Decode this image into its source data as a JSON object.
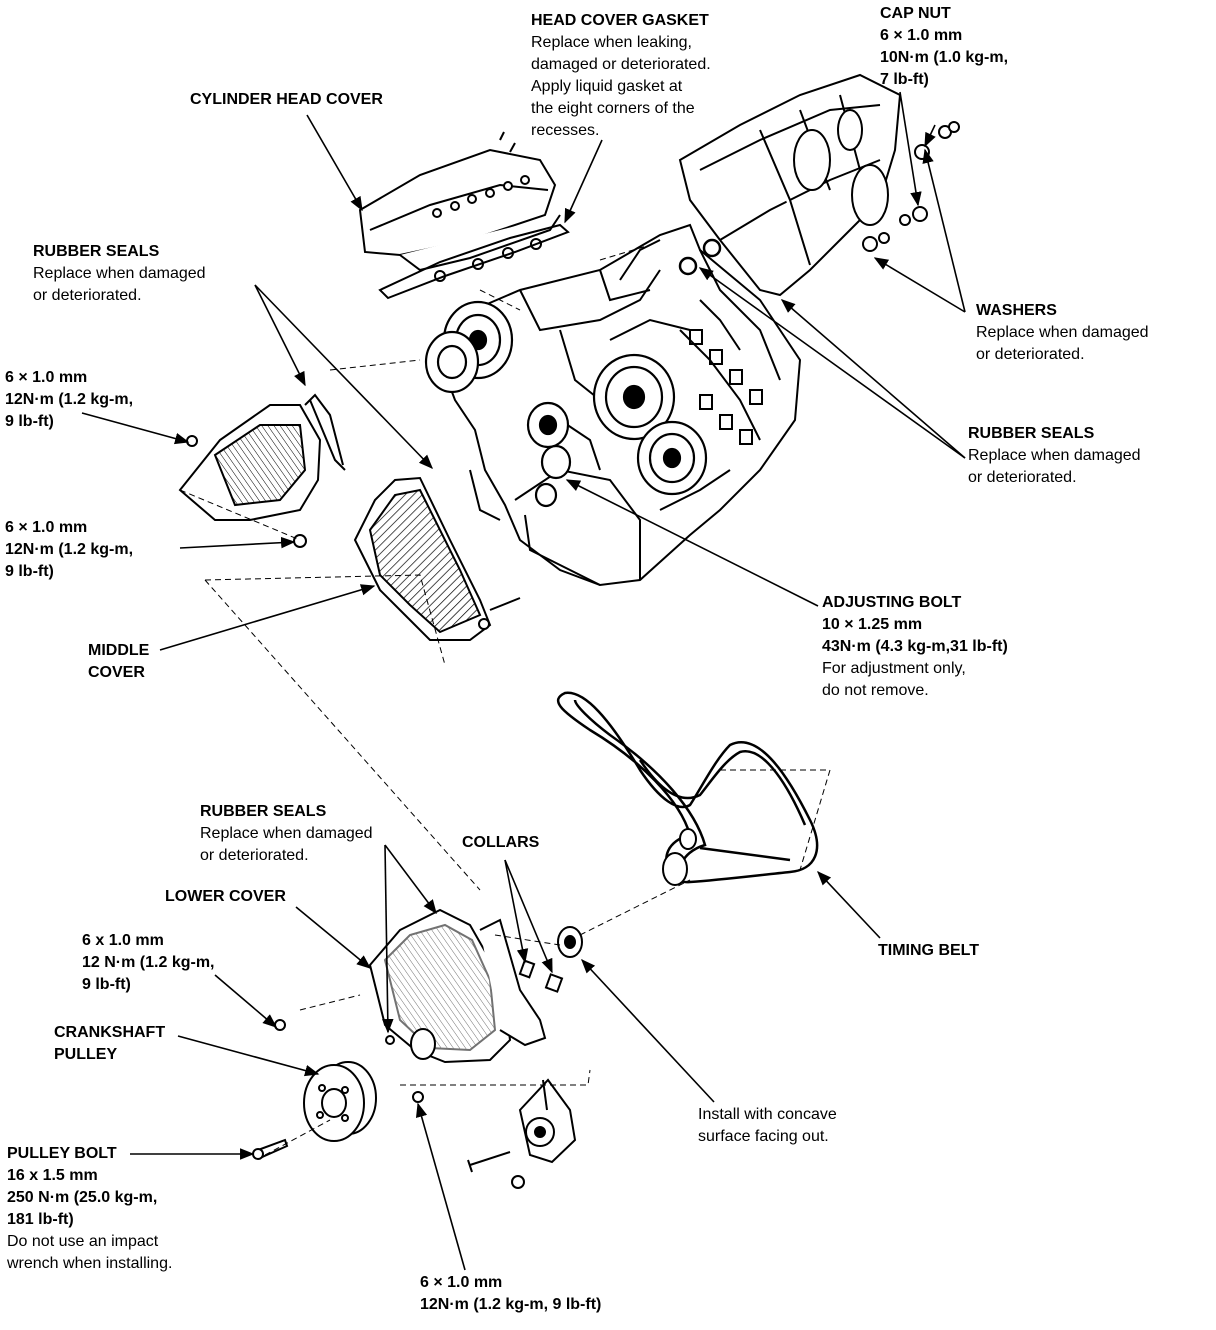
{
  "labels": {
    "head_cover_gasket": {
      "title": "HEAD COVER GASKET",
      "lines": [
        "Replace when leaking,",
        "damaged or deteriorated.",
        "Apply liquid gasket at",
        "the eight corners of the",
        "recesses."
      ]
    },
    "cap_nut": {
      "title": "CAP NUT",
      "lines": [
        "6 × 1.0 mm",
        "10N·m (1.0 kg-m,",
        "7 lb-ft)"
      ]
    },
    "cylinder_head_cover": {
      "title": "CYLINDER HEAD COVER"
    },
    "rubber_seals_left": {
      "title": "RUBBER SEALS",
      "lines": [
        "Replace when damaged",
        "or deteriorated."
      ]
    },
    "washers": {
      "title": "WASHERS",
      "lines": [
        "Replace when damaged",
        "or deteriorated."
      ]
    },
    "bolt_upper": {
      "lines": [
        "6 × 1.0 mm",
        "12N·m (1.2 kg-m,",
        "9 lb-ft)"
      ]
    },
    "rubber_seals_right": {
      "title": "RUBBER SEALS",
      "lines": [
        "Replace when damaged",
        "or deteriorated."
      ]
    },
    "bolt_middle": {
      "lines": [
        "6 × 1.0 mm",
        "12N·m (1.2 kg-m,",
        "9 lb-ft)"
      ]
    },
    "adjusting_bolt": {
      "title": "ADJUSTING BOLT",
      "lines": [
        "10 × 1.25 mm",
        "43N·m (4.3 kg-m,31 lb-ft)",
        "For adjustment only,",
        "do not remove."
      ]
    },
    "middle_cover": {
      "lines": [
        "MIDDLE",
        "COVER"
      ]
    },
    "rubber_seals_lower": {
      "title": "RUBBER SEALS",
      "lines": [
        "Replace when damaged",
        "or deteriorated."
      ]
    },
    "collars": {
      "title": "COLLARS"
    },
    "lower_cover": {
      "title": "LOWER COVER"
    },
    "bolt_lower": {
      "lines": [
        "6 x 1.0 mm",
        "12 N·m (1.2 kg-m,",
        "9 lb-ft)"
      ]
    },
    "timing_belt": {
      "title": "TIMING BELT"
    },
    "crankshaft_pulley": {
      "lines": [
        "CRANKSHAFT",
        "PULLEY"
      ]
    },
    "concave_note": {
      "lines": [
        "Install with concave",
        "surface facing out."
      ]
    },
    "pulley_bolt": {
      "title": "PULLEY BOLT",
      "lines": [
        "16 x 1.5 mm",
        "250 N·m (25.0 kg-m,",
        "181 lb-ft)",
        "Do not use an impact",
        "wrench when installing."
      ]
    },
    "bolt_bottom": {
      "lines": [
        "6 × 1.0 mm",
        "12N·m (1.2 kg-m, 9 lb-ft)"
      ]
    }
  }
}
